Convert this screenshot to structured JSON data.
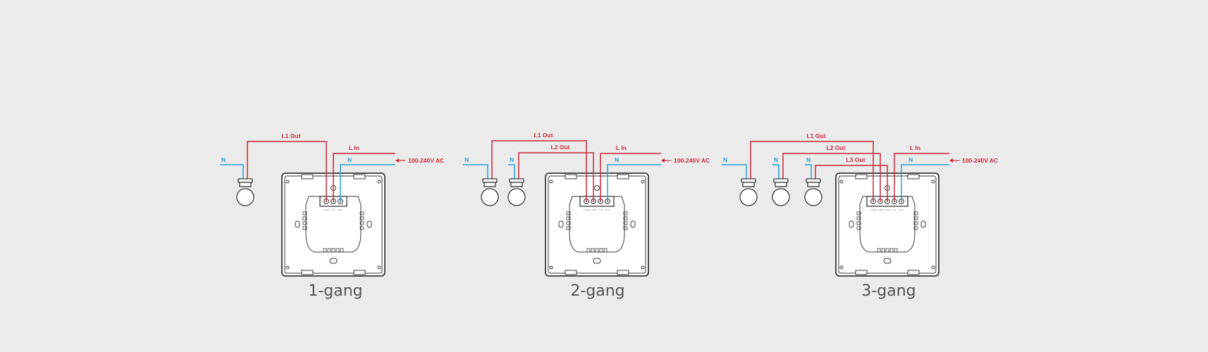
{
  "colors": {
    "line": "#c8283a",
    "neutral": "#2a9fd0",
    "device": "#3a3a3a",
    "caption": "#555555"
  },
  "terminal_labels": [
    "L Out",
    "L In",
    "N In"
  ],
  "diagrams": [
    {
      "caption": "1-gang",
      "supply_label": "100-240V AC",
      "line_in_label": "L In",
      "neutral_label": "N",
      "lamps": [
        {
          "neutral_label": "N",
          "output_label": "L1 Out"
        }
      ]
    },
    {
      "caption": "2-gang",
      "supply_label": "100-240V AC",
      "line_in_label": "L In",
      "neutral_label": "N",
      "lamps": [
        {
          "neutral_label": "N",
          "output_label": "L1 Out"
        },
        {
          "neutral_label": "N",
          "output_label": "L2 Out"
        }
      ]
    },
    {
      "caption": "3-gang",
      "supply_label": "100-240V AC",
      "line_in_label": "L In",
      "neutral_label": "N",
      "lamps": [
        {
          "neutral_label": "N",
          "output_label": "L1 Out"
        },
        {
          "neutral_label": "N",
          "output_label": "L2 Out"
        },
        {
          "neutral_label": "N",
          "output_label": "L3 Out"
        }
      ]
    }
  ]
}
